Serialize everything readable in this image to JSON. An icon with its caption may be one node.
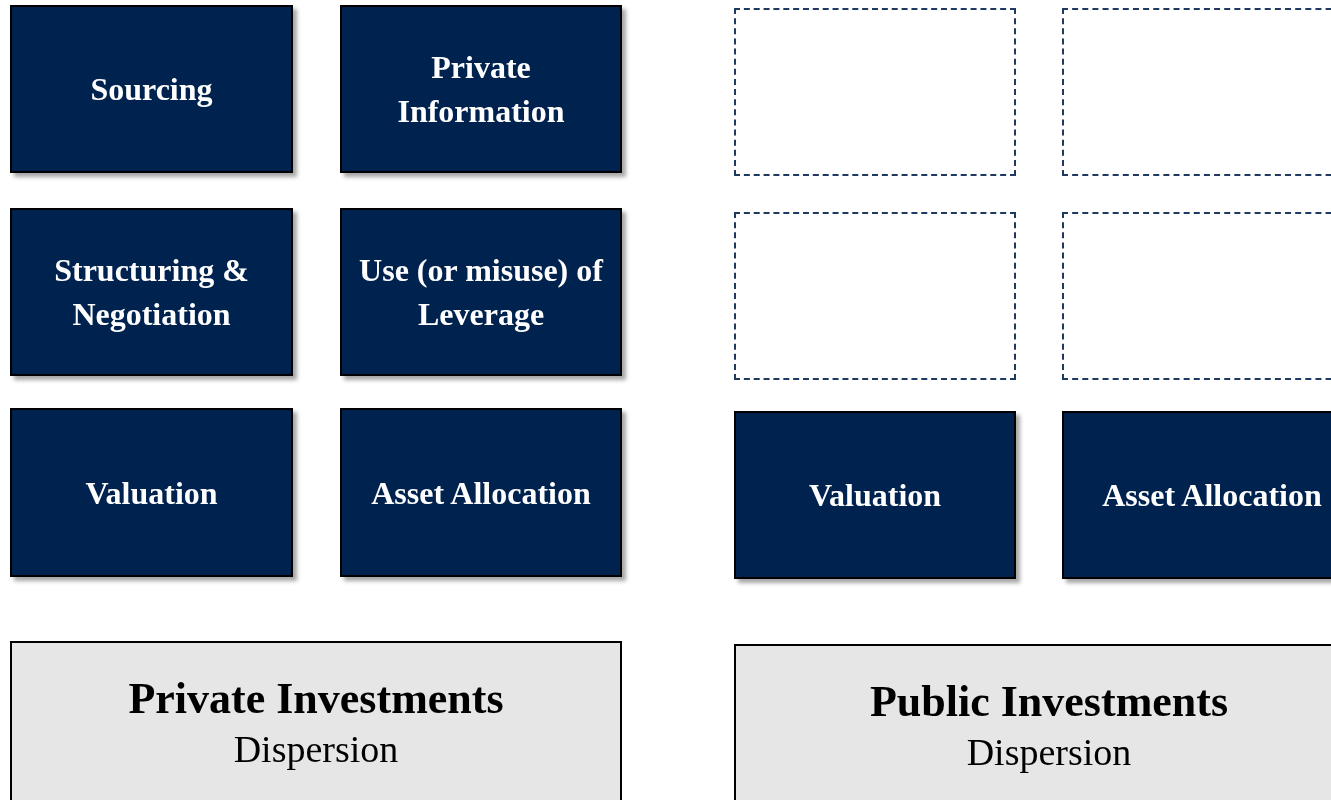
{
  "diagram": {
    "nodes": [
      {
        "text": [
          "Sourcing"
        ]
      },
      {
        "text": [
          "Private Information"
        ]
      },
      {
        "text": [],
        "shape": "box"
      },
      {
        "text": [],
        "shape": "box"
      },
      {
        "text": [
          "Structuring & Negotiation"
        ]
      },
      {
        "text": [
          "Use (or misuse) of Leverage"
        ]
      },
      {
        "text": [],
        "shape": "box"
      },
      {
        "text": [],
        "shape": "box"
      },
      {
        "text": [
          "Valuation"
        ]
      },
      {
        "text": [
          "Asset Allocation"
        ]
      },
      {
        "text": [
          "Valuation"
        ]
      },
      {
        "text": [
          "Asset Allocation"
        ]
      },
      {
        "text": [
          "Private Investments",
          "Dispersion"
        ]
      },
      {
        "text": [
          "Public Investments",
          "Dispersion"
        ]
      }
    ]
  }
}
